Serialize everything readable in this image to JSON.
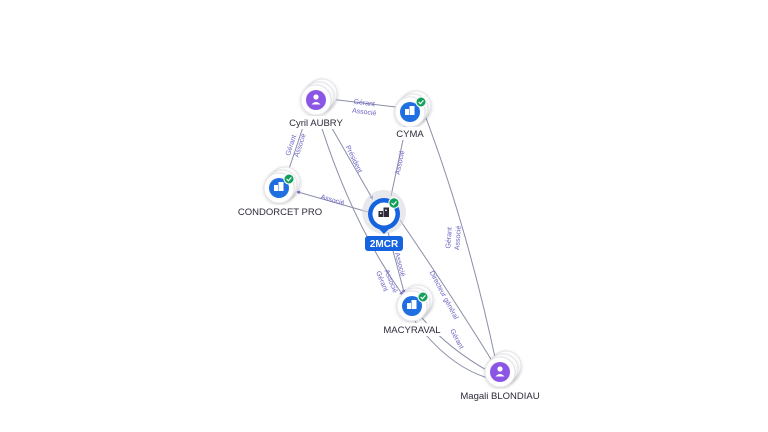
{
  "colors": {
    "edge": "#8a8fa6",
    "edge_label": "#6b63c4",
    "company": "#1f6fe0",
    "person": "#8b55e6",
    "verified": "#13a05a",
    "center_badge": "#1663e0"
  },
  "nodes": [
    {
      "id": "2mcr",
      "label": "2MCR",
      "kind": "center",
      "icon": "building-icon",
      "verified": true
    },
    {
      "id": "cyril",
      "label": "Cyril AUBRY",
      "kind": "person",
      "icon": "person-icon",
      "verified": false
    },
    {
      "id": "cyma",
      "label": "CYMA",
      "kind": "company",
      "icon": "building-icon",
      "verified": true
    },
    {
      "id": "condorcet",
      "label": "CONDORCET PRO",
      "kind": "company",
      "icon": "building-icon",
      "verified": true
    },
    {
      "id": "macyraval",
      "label": "MACYRAVAL",
      "kind": "company",
      "icon": "building-icon",
      "verified": true
    },
    {
      "id": "magali",
      "label": "Magali BLONDIAU",
      "kind": "person",
      "icon": "person-icon",
      "verified": false
    }
  ],
  "edges": [
    {
      "id": "cyril-cyma",
      "labels": [
        "Gérant",
        "Associé"
      ]
    },
    {
      "id": "cyril-condorcet",
      "labels": [
        "Gérant",
        "Associé"
      ]
    },
    {
      "id": "cyril-2mcr",
      "labels": [
        "Président"
      ]
    },
    {
      "id": "cyril-macyraval",
      "labels": [
        "Gérant",
        "Associé"
      ]
    },
    {
      "id": "2mcr-cyma",
      "labels": [
        "Associé"
      ]
    },
    {
      "id": "2mcr-condorcet",
      "labels": [
        "Associé"
      ]
    },
    {
      "id": "2mcr-macyraval",
      "labels": [
        "Associé"
      ]
    },
    {
      "id": "2mcr-magali",
      "labels": [
        "Directeur général"
      ]
    },
    {
      "id": "cyma-magali",
      "labels": [
        "Gérant",
        "Associé"
      ]
    },
    {
      "id": "macyraval-magali",
      "labels": [
        "Gérant"
      ]
    }
  ]
}
